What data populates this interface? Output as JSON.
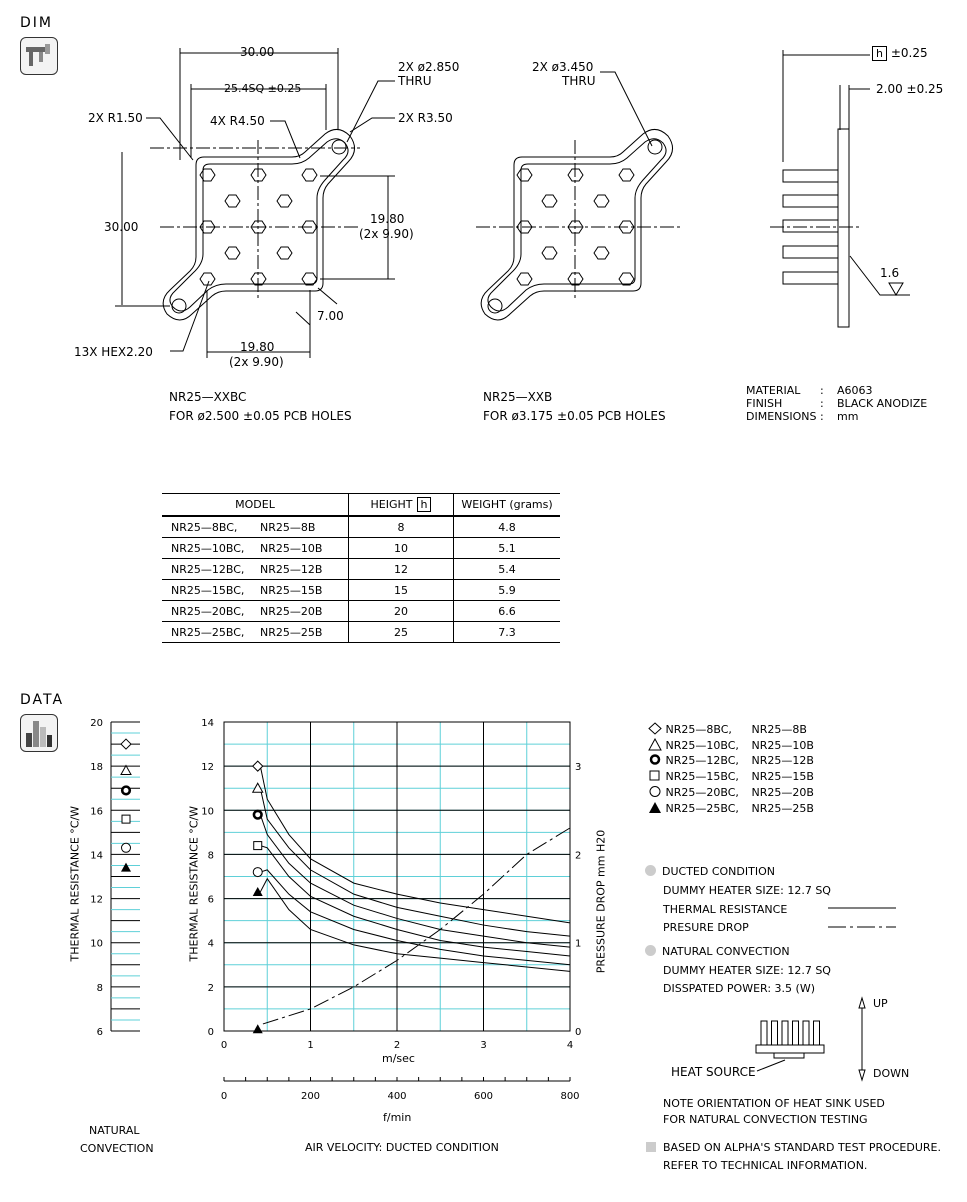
{
  "sections": {
    "dim": "DIM",
    "data": "DATA"
  },
  "dim": {
    "dim_30_top": "30.00",
    "dim_25sq": "25.4SQ ±0.25",
    "hole_a_1": "2X ø2.850",
    "hole_a_2": "THRU",
    "r150": "2X R1.50",
    "r450": "4X R4.50",
    "r350": "2X R3.50",
    "dim_30_left": "30.00",
    "dim_1980_r_1": "19.80",
    "dim_1980_r_2": "(2x 9.90)",
    "dim_700": "7.00",
    "hex": "13X HEX2.20",
    "dim_1980_b_1": "19.80",
    "dim_1980_b_2": "(2x 9.90)",
    "hole_b_1": "2X ø3.450",
    "hole_b_2": "THRU",
    "h_box": "h",
    "h_tol": "±0.25",
    "thick": "2.00 ±0.25",
    "fin_16": "1.6",
    "left_model": "NR25—XXBC",
    "left_for": "FOR ø2.500 ±0.05 PCB HOLES",
    "mid_model": "NR25—XXB",
    "mid_for": "FOR ø3.175 ±0.05 PCB HOLES",
    "spec": [
      {
        "k": "MATERIAL",
        "s": ":",
        "v": "A6063"
      },
      {
        "k": "FINISH",
        "s": ":",
        "v": "BLACK ANODIZE"
      },
      {
        "k": "DIMENSIONS",
        "s": ":",
        "v": "mm"
      }
    ]
  },
  "table": {
    "headers": {
      "model": "MODEL",
      "height": "HEIGHT",
      "h": "h",
      "weight": "WEIGHT  (grams)"
    },
    "rows": [
      {
        "a": "NR25—8BC,",
        "b": "NR25—8B",
        "h": "8",
        "w": "4.8"
      },
      {
        "a": "NR25—10BC,",
        "b": "NR25—10B",
        "h": "10",
        "w": "5.1"
      },
      {
        "a": "NR25—12BC,",
        "b": "NR25—12B",
        "h": "12",
        "w": "5.4"
      },
      {
        "a": "NR25—15BC,",
        "b": "NR25—15B",
        "h": "15",
        "w": "5.9"
      },
      {
        "a": "NR25—20BC,",
        "b": "NR25—20B",
        "h": "20",
        "w": "6.6"
      },
      {
        "a": "NR25—25BC,",
        "b": "NR25—25B",
        "h": "25",
        "w": "7.3"
      }
    ]
  },
  "nat": {
    "ticks": [
      "20",
      "18",
      "16",
      "14",
      "12",
      "10",
      "8",
      "6"
    ],
    "ylabel": "THERMAL  RESISTANCE  °C/W",
    "caption_1": "NATURAL",
    "caption_2": "CONVECTION",
    "markers": [
      {
        "shape": "diamond",
        "value": 19.0
      },
      {
        "shape": "triangle-open",
        "value": 17.8
      },
      {
        "shape": "ring-bold",
        "value": 16.9
      },
      {
        "shape": "square",
        "value": 15.6
      },
      {
        "shape": "circle",
        "value": 14.3
      },
      {
        "shape": "triangle-filled",
        "value": 13.4
      }
    ]
  },
  "chart_data": {
    "type": "line",
    "xlabel": "m/sec",
    "xlabel2": "f/min",
    "ylabel": "THERMAL  RESISTANCE  °C/W",
    "ylabel2": "PRESSURE  DROP    mm H20",
    "caption": "AIR VELOCITY:  DUCTED CONDITION",
    "xlim": [
      0,
      4
    ],
    "ylim": [
      0,
      14
    ],
    "y2lim": [
      0,
      3.5
    ],
    "x_ticks": [
      "0",
      "1",
      "2",
      "3",
      "4"
    ],
    "x2_ticks": [
      "0",
      "200",
      "400",
      "600",
      "800"
    ],
    "y_ticks": [
      "0",
      "2",
      "4",
      "6",
      "8",
      "10",
      "12",
      "14"
    ],
    "y2_ticks": [
      "0",
      "1",
      "2",
      "3"
    ],
    "grid": true,
    "series": [
      {
        "name": "NR25—8BC,  NR25—8B",
        "marker": "diamond",
        "start": 12.0,
        "x": [
          0.5,
          0.75,
          1,
          1.5,
          2,
          2.5,
          3,
          3.5,
          4
        ],
        "y": [
          10.5,
          8.9,
          7.8,
          6.7,
          6.2,
          5.8,
          5.5,
          5.2,
          4.9
        ]
      },
      {
        "name": "NR25—10BC,  NR25—10B",
        "marker": "triangle-open",
        "start": 11.0,
        "x": [
          0.5,
          0.75,
          1,
          1.5,
          2,
          2.5,
          3,
          3.5,
          4
        ],
        "y": [
          9.6,
          8.3,
          7.3,
          6.2,
          5.6,
          5.2,
          4.8,
          4.5,
          4.3
        ]
      },
      {
        "name": "NR25—12BC,  NR25—12B",
        "marker": "ring-bold",
        "start": 9.8,
        "x": [
          0.5,
          0.75,
          1,
          1.5,
          2,
          2.5,
          3,
          3.5,
          4
        ],
        "y": [
          8.9,
          7.6,
          6.7,
          5.7,
          5.1,
          4.6,
          4.3,
          4.0,
          3.8
        ]
      },
      {
        "name": "NR25—15BC,  NR25—15B",
        "marker": "square",
        "start": 8.4,
        "x": [
          0.5,
          0.75,
          1,
          1.5,
          2,
          2.5,
          3,
          3.5,
          4
        ],
        "y": [
          8.3,
          7.0,
          6.1,
          5.2,
          4.6,
          4.1,
          3.8,
          3.6,
          3.4
        ]
      },
      {
        "name": "NR25—20BC,  NR25—20B",
        "marker": "circle",
        "start": 7.2,
        "x": [
          0.5,
          0.75,
          1,
          1.5,
          2,
          2.5,
          3,
          3.5,
          4
        ],
        "y": [
          7.3,
          6.2,
          5.4,
          4.6,
          4.1,
          3.7,
          3.4,
          3.2,
          3.0
        ]
      },
      {
        "name": "NR25—25BC,  NR25—25B",
        "marker": "triangle-filled",
        "start": 6.3,
        "x": [
          0.5,
          0.75,
          1,
          1.5,
          2,
          2.5,
          3,
          3.5,
          4
        ],
        "y": [
          6.9,
          5.5,
          4.6,
          3.9,
          3.5,
          3.3,
          3.1,
          2.9,
          2.7
        ]
      }
    ],
    "pressure": {
      "marker": "triangle-filled",
      "x": [
        0.45,
        1,
        1.5,
        2,
        2.5,
        3,
        3.5,
        4
      ],
      "y": [
        0.08,
        0.25,
        0.5,
        0.8,
        1.15,
        1.55,
        2.0,
        2.3
      ]
    }
  },
  "legend": {
    "items": [
      {
        "marker": "diamond",
        "a": "NR25—8BC,",
        "b": "NR25—8B"
      },
      {
        "marker": "triangle-open",
        "a": "NR25—10BC,",
        "b": "NR25—10B"
      },
      {
        "marker": "ring-bold",
        "a": "NR25—12BC,",
        "b": "NR25—12B"
      },
      {
        "marker": "square",
        "a": "NR25—15BC,",
        "b": "NR25—15B"
      },
      {
        "marker": "circle",
        "a": "NR25—20BC,",
        "b": "NR25—20B"
      },
      {
        "marker": "triangle-filled",
        "a": "NR25—25BC,",
        "b": "NR25—25B"
      }
    ]
  },
  "notes": {
    "ducted": "DUCTED CONDITION",
    "ducted_heater": "DUMMY HEATER SIZE: 12.7 SQ",
    "thermal": "THERMAL RESISTANCE",
    "presure": "PRESURE DROP",
    "natural": "NATURAL CONVECTION",
    "natural_heater": "DUMMY HEATER SIZE: 12.7 SQ",
    "power": "DISSPATED POWER: 3.5 (W)",
    "up": "UP",
    "down": "DOWN",
    "heat_source": "HEAT SOURCE",
    "orient_1": "NOTE ORIENTATION OF HEAT SINK USED",
    "orient_2": "FOR NATURAL CONVECTION TESTING",
    "based_1": "BASED ON ALPHA'S STANDARD TEST PROCEDURE.",
    "based_2": "REFER TO TECHNICAL INFORMATION."
  }
}
